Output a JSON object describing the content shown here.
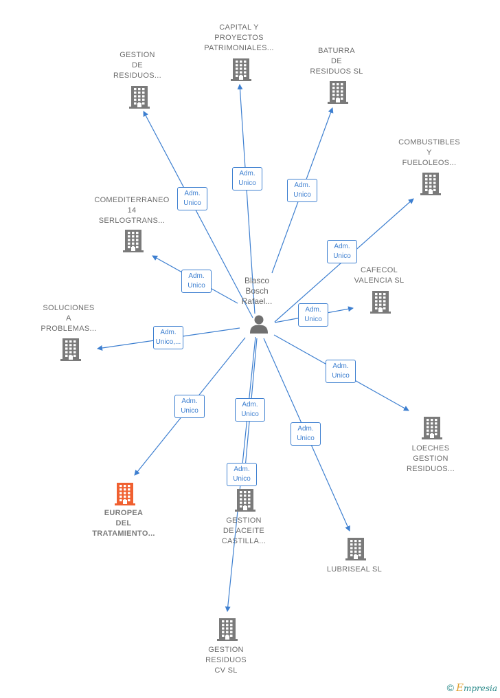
{
  "center": {
    "name": "Blasco\nBosch\nRafael..."
  },
  "nodes": [
    {
      "id": "gestion-residuos-1",
      "name": "GESTION\nDE\nRESIDUOS...",
      "highlight": false
    },
    {
      "id": "capital-proyectos",
      "name": "CAPITAL Y\nPROYECTOS\nPATRIMONIALES...",
      "highlight": false
    },
    {
      "id": "baturra",
      "name": "BATURRA\nDE\nRESIDUOS  SL",
      "highlight": false
    },
    {
      "id": "combustibles",
      "name": "COMBUSTIBLES\nY\nFUELOLEOS...",
      "highlight": false
    },
    {
      "id": "comediterraneo",
      "name": "COMEDITERRANEO\n14\nSERLOGTRANS...",
      "highlight": false
    },
    {
      "id": "cafecol",
      "name": "CAFECOL\nVALENCIA  SL",
      "highlight": false
    },
    {
      "id": "soluciones",
      "name": "SOLUCIONES\nA\nPROBLEMAS...",
      "highlight": false
    },
    {
      "id": "loeches",
      "name": "LOECHES\nGESTION\nRESIDUOS...",
      "highlight": false
    },
    {
      "id": "europea",
      "name": "EUROPEA\nDEL\nTRATAMIENTO...",
      "highlight": true
    },
    {
      "id": "gestion-aceite",
      "name": "GESTION\nDE ACEITE\nCASTILLA...",
      "highlight": false
    },
    {
      "id": "lubriseal",
      "name": "LUBRISEAL  SL",
      "highlight": false
    },
    {
      "id": "gestion-residuos-cv",
      "name": "GESTION\nRESIDUOS\nCV  SL",
      "highlight": false
    }
  ],
  "edges": [
    {
      "to": "gestion-residuos-1",
      "label": "Adm.\nUnico"
    },
    {
      "to": "capital-proyectos",
      "label": "Adm.\nUnico"
    },
    {
      "to": "baturra",
      "label": "Adm.\nUnico"
    },
    {
      "to": "combustibles",
      "label": "Adm.\nUnico"
    },
    {
      "to": "comediterraneo",
      "label": "Adm.\nUnico"
    },
    {
      "to": "cafecol",
      "label": "Adm.\nUnico"
    },
    {
      "to": "soluciones",
      "label": "Adm.\nUnico,..."
    },
    {
      "to": "loeches",
      "label": "Adm.\nUnico"
    },
    {
      "to": "europea",
      "label": "Adm.\nUnico"
    },
    {
      "to": "gestion-aceite",
      "label": "Adm.\nUnico"
    },
    {
      "to": "lubriseal",
      "label": "Adm.\nUnico"
    },
    {
      "to": "gestion-residuos-cv",
      "label": "Adm.\nUnico"
    }
  ],
  "colors": {
    "edge": "#3d7fd0",
    "building": "#7a7a7a",
    "highlight": "#f06030"
  },
  "footer": {
    "copyright": "©",
    "brand_initial": "E",
    "brand_rest": "mpresia"
  }
}
